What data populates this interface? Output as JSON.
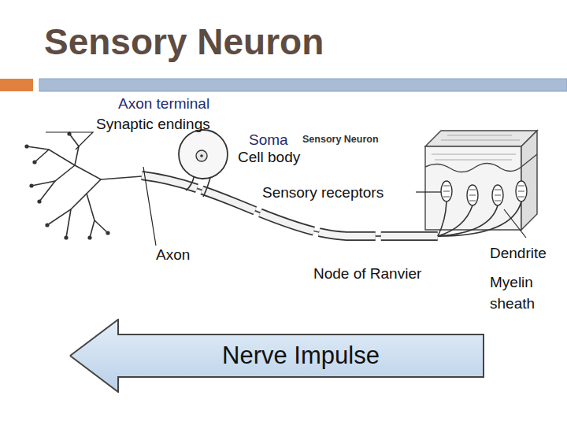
{
  "diagram": {
    "title": "Sensory Neuron",
    "nodes": [
      {
        "text": [
          "Nerve Impulse"
        ]
      }
    ],
    "labels": [
      "Axon terminal",
      "Synaptic endings",
      "Soma",
      "Sensory Neuron",
      "Cell body",
      "Sensory receptors",
      "Axon",
      "Node of Ranvier",
      "Dendrite",
      "Myelin sheath"
    ]
  }
}
